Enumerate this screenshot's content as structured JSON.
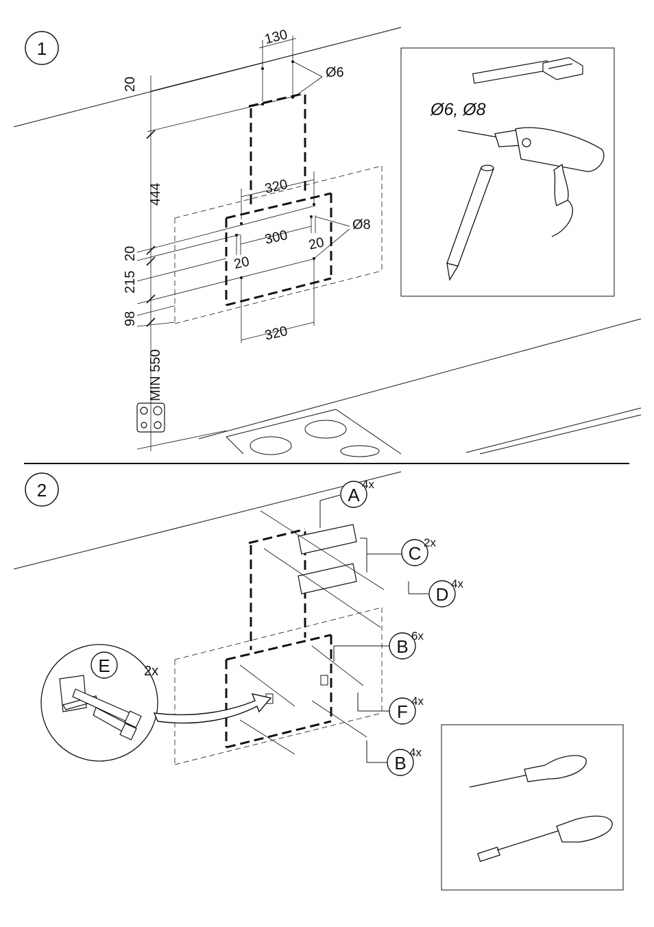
{
  "step1": {
    "number": "1",
    "dims": {
      "d130": "130",
      "d20_top": "20",
      "d444": "444",
      "d20_left": "20",
      "d215": "215",
      "d98": "98",
      "dmin550": "MIN 550",
      "d320_top": "320",
      "d300": "300",
      "d20_inner_a": "20",
      "d20_inner_b": "20",
      "d320_bottom": "320"
    },
    "holes": {
      "phi6": "Ø6",
      "phi8": "Ø8"
    },
    "tools_label": "Ø6, Ø8"
  },
  "step2": {
    "number": "2",
    "parts": [
      {
        "letter": "A",
        "qty": "4x"
      },
      {
        "letter": "C",
        "qty": "2x"
      },
      {
        "letter": "D",
        "qty": "4x"
      },
      {
        "letter": "B",
        "qty": "6x"
      },
      {
        "letter": "F",
        "qty": "4x"
      },
      {
        "letter": "B",
        "qty": "4x"
      }
    ],
    "detail": {
      "letter": "E",
      "qty": "2x"
    }
  }
}
